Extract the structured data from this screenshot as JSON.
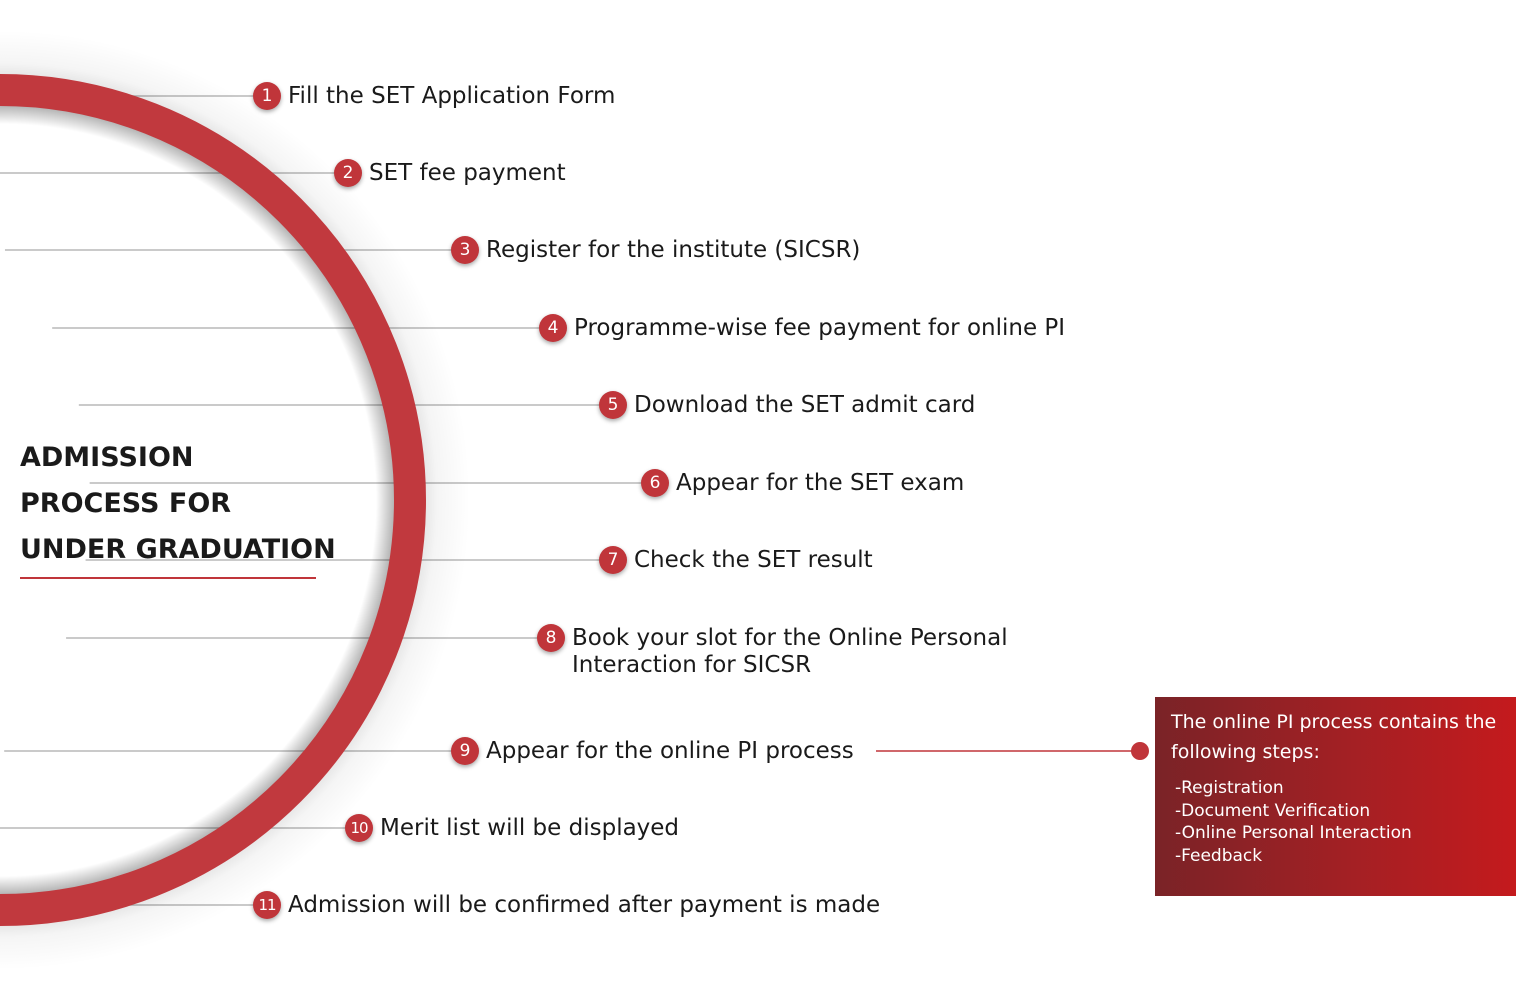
{
  "title": {
    "lines": [
      "ADMISSION",
      "PROCESS FOR",
      "UNDER GRADUATION"
    ]
  },
  "steps": [
    {
      "number": "1",
      "label": "Fill the SET Application Form"
    },
    {
      "number": "2",
      "label": "SET fee payment"
    },
    {
      "number": "3",
      "label": "Register for the institute (SICSR)"
    },
    {
      "number": "4",
      "label": "Programme-wise fee payment for online PI"
    },
    {
      "number": "5",
      "label": "Download the SET admit card"
    },
    {
      "number": "6",
      "label": "Appear for the SET exam"
    },
    {
      "number": "7",
      "label": "Check the SET result"
    },
    {
      "number": "8",
      "label": "Book your slot for the Online Personal Interaction for SICSR"
    },
    {
      "number": "9",
      "label": "Appear for the online PI process"
    },
    {
      "number": "10",
      "label": "Merit list will be displayed"
    },
    {
      "number": "11",
      "label": "Admission will be confirmed after payment is made"
    }
  ],
  "info_box": {
    "intro": "The online PI process contains the following steps:",
    "items": [
      "-Registration",
      "-Document Verification",
      "-Online Personal Interaction",
      "-Feedback"
    ]
  },
  "colors": {
    "accent": "#c0353a",
    "ring": "#c1393e",
    "connector": "#b8b8b8",
    "text": "#1a1a1a",
    "box_start": "#7a2327",
    "box_end": "#c41a1d"
  }
}
